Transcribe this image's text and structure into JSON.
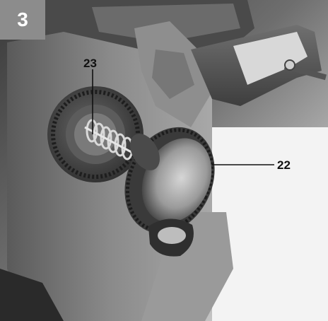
{
  "figure": {
    "step_number": "3",
    "callouts": {
      "spring_label": "23",
      "gear_label": "22"
    }
  }
}
